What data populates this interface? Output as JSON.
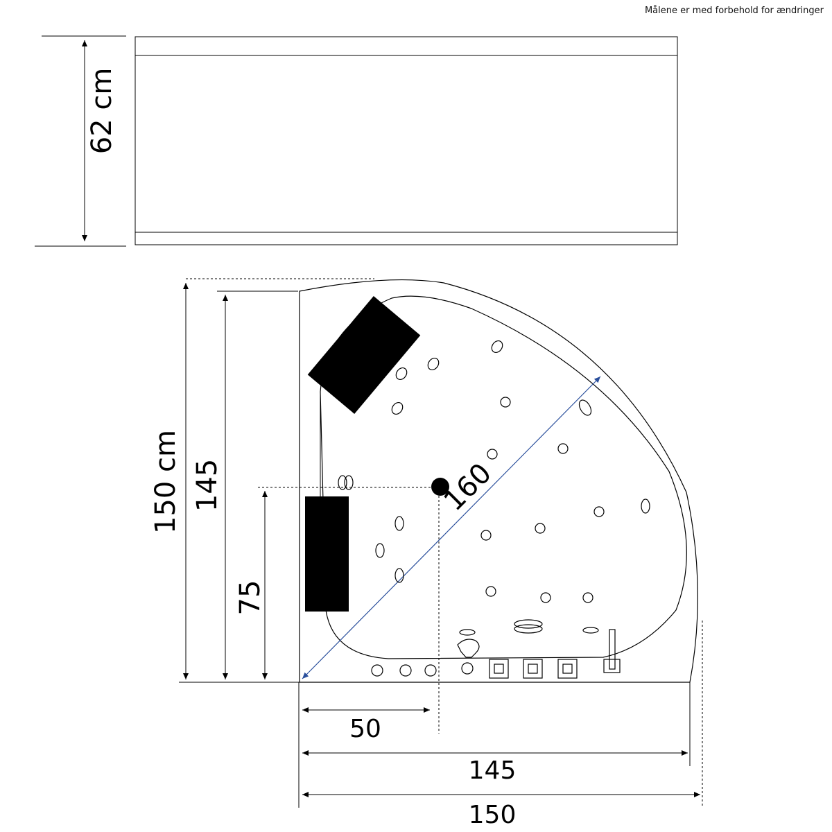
{
  "note": "Målene er med forbehold for ændringer",
  "front_view": {
    "height_label": "62 cm"
  },
  "top_view": {
    "height_outer_label": "150 cm",
    "height_inner_label": "145",
    "drain_height_label": "75",
    "diagonal_label": "160",
    "drain_offset_label": "50",
    "width_inner_label": "145",
    "width_outer_label": "150"
  },
  "colors": {
    "line": "#000000",
    "diagonal": "#2a4f9c",
    "fill_dark": "#000000"
  }
}
